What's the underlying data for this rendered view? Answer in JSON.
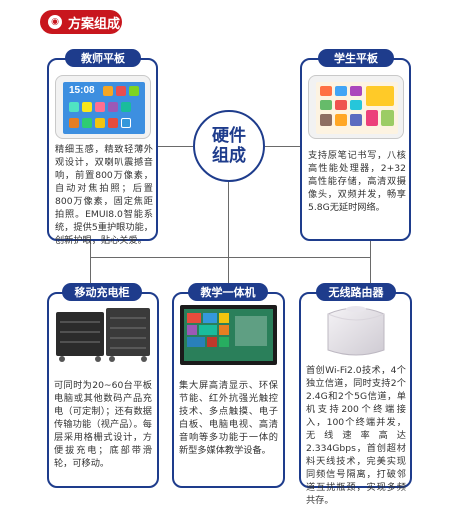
{
  "header": {
    "title": "方案组成"
  },
  "hub": {
    "line1": "硬件",
    "line2": "组成"
  },
  "cards": {
    "teacher_tablet": {
      "title": "教师平板",
      "screen_time": "15:08",
      "description": "精细玉感，精致轻薄外观设计，双喇叭震撼音响，前置800万像素，自动对焦拍照；后置800万像素，固定焦距拍照。EMUI8.0智能系统，提供5重护眼功能，创新护眼，贴心关爱。"
    },
    "student_tablet": {
      "title": "学生平板",
      "description": "支持原笔记书写，八核高性能处理器，2+32高性能存储，高清双摄像头，双频并发，畅享5.8G无延时网络。"
    },
    "charging_cabinet": {
      "title": "移动充电柜",
      "description": "可同时为20~60台平板电脑或其他数码产品充电（可定制）；还有数据传输功能（视产品）。每层采用格栅式设计，方便拔充电；底部带滑轮，可移动。"
    },
    "teaching_machine": {
      "title": "教学一体机",
      "description": "集大屏高清显示、环保节能、红外抗强光触控技术、多点触摸、电子白板、电脑电视、高清音响等多功能于一体的新型多媒体教学设备。"
    },
    "router": {
      "title": "无线路由器",
      "description": "首创Wi-Fi2.0技术，4个独立信道，同时支持2个2.4G和2个5G信道，单机支持200个终端接入，100个终端并发，无线速率高达2.334Gbps，首创超材料天线技术，完美实现同频信号隔离，打破邻道互扰瓶颈，实现多频共存。"
    }
  },
  "colors": {
    "brand_red": "#c8161d",
    "navy": "#1e3c8c"
  }
}
